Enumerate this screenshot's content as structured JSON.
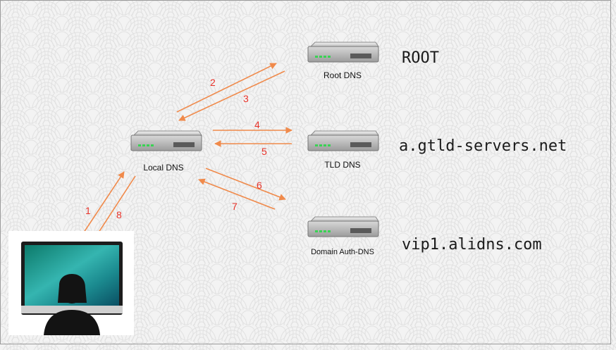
{
  "nodes": {
    "root": {
      "label": "Root DNS",
      "address": "ROOT"
    },
    "tld": {
      "label": "TLD DNS",
      "address": "a.gtld-servers.net"
    },
    "local": {
      "label": "Local DNS"
    },
    "auth": {
      "label": "Domain Auth-DNS",
      "address": "vip1.alidns.com"
    }
  },
  "steps": [
    "1",
    "2",
    "3",
    "4",
    "5",
    "6",
    "7",
    "8"
  ],
  "colors": {
    "arrow": "#f08a4b",
    "step_label": "#e8332a",
    "address_text": "#1a1a1a",
    "node_label": "#111111",
    "server_led": "#39d353"
  },
  "icons": {
    "server": "server-icon",
    "client": "computer-user-icon"
  }
}
